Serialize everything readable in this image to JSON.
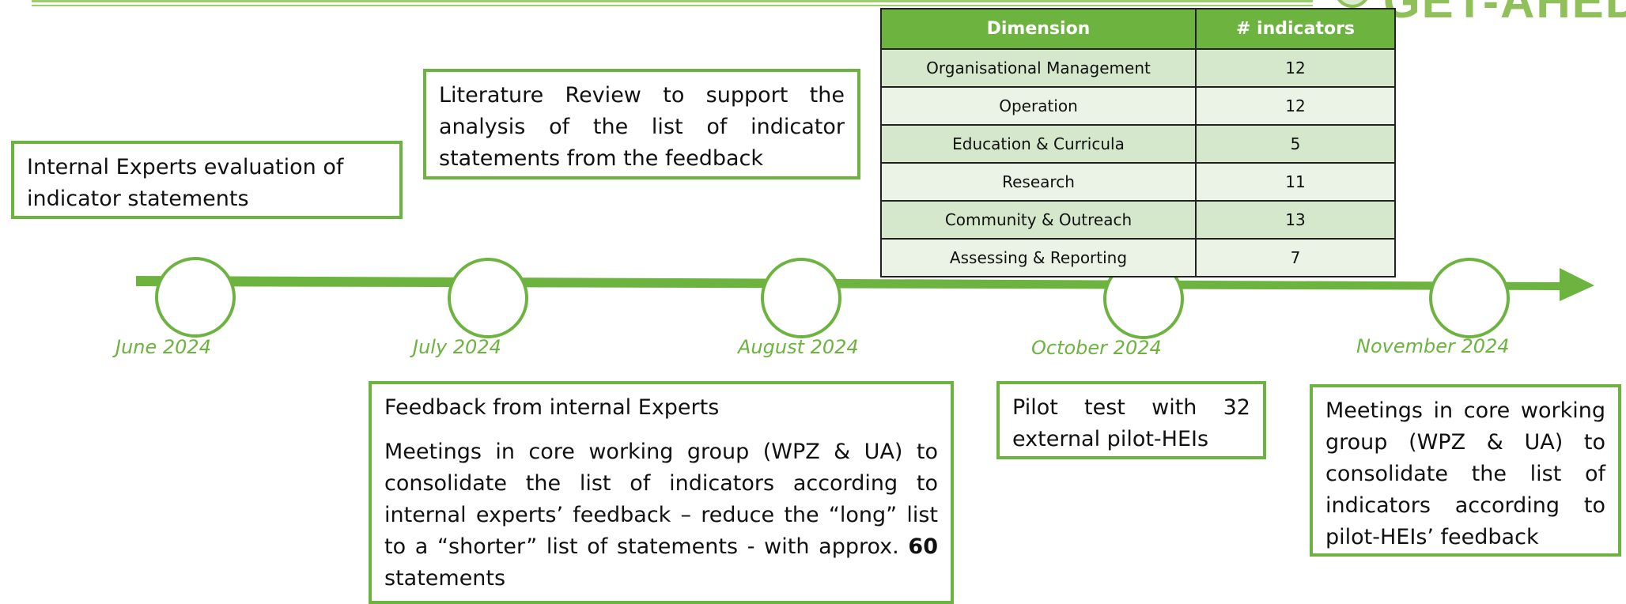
{
  "logo": {
    "text": "GET-AHED"
  },
  "top_boxes": {
    "internal_experts": "Internal Experts evaluation of indicator statements",
    "literature_review": "Literature Review to support the analysis of the list of indicator statements from the feedback"
  },
  "table": {
    "header_dimension": "Dimension",
    "header_indicators": "# indicators",
    "rows": [
      {
        "dimension": "Organisational Management",
        "count": "12"
      },
      {
        "dimension": "Operation",
        "count": "12"
      },
      {
        "dimension": "Education & Curricula",
        "count": "5"
      },
      {
        "dimension": "Research",
        "count": "11"
      },
      {
        "dimension": "Community & Outreach",
        "count": "13"
      },
      {
        "dimension": "Assessing & Reporting",
        "count": "7"
      }
    ]
  },
  "timeline": {
    "color": "#6db33f",
    "milestones": [
      {
        "label": "June 2024"
      },
      {
        "label": "July 2024"
      },
      {
        "label": "August 2024"
      },
      {
        "label": "October 2024"
      },
      {
        "label": "November 2024"
      }
    ]
  },
  "bottom_boxes": {
    "feedback_title": "Feedback from internal Experts",
    "feedback_body_before": "Meetings in core working group (WPZ & UA) to consolidate the list of indicators according to internal experts’ feedback – reduce the “long” list to a “shorter” list of statements - with approx. ",
    "feedback_body_bold": "60",
    "feedback_body_after": " statements",
    "pilot_test": "Pilot test with 32 external pilot-HEIs",
    "november_meetings": "Meetings in core working group (WPZ & UA) to consolidate the list of indicators according to pilot-HEIs’ feedback"
  }
}
